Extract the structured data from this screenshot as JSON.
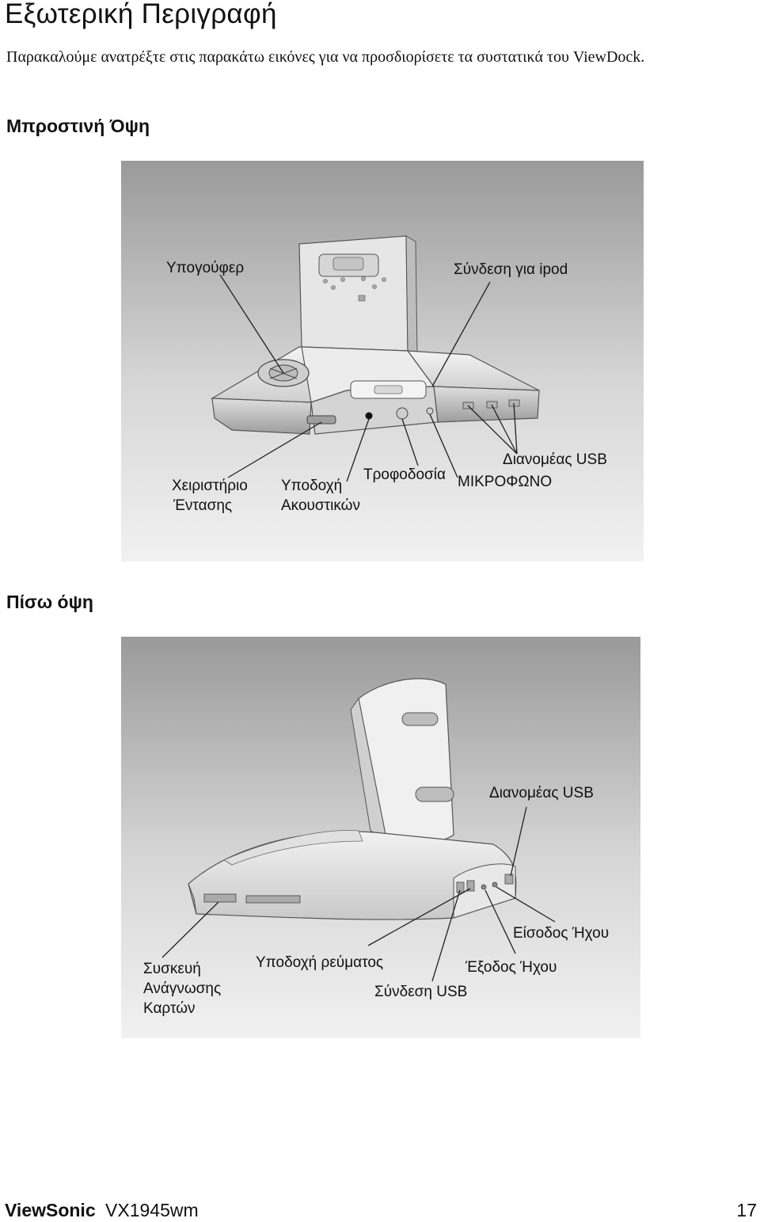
{
  "page": {
    "title": "Εξωτερική Περιγραφή",
    "intro": "Παρακαλούμε ανατρέξτε στις παρακάτω εικόνες για να προσδιορίσετε τα συστατικά του ViewDock."
  },
  "front_view": {
    "heading": "Μπροστινή Όψη",
    "labels": {
      "subwoofer": "Υπογούφερ",
      "ipod_connection": "Σύνδεση για ipod",
      "usb_hub": "Διανομέας USB",
      "power": "Τροφοδοσία",
      "microphone": "ΜΙΚΡΟΦΩΝΟ",
      "volume_line1": "Χειριστήριο",
      "volume_line2": "Έντασης",
      "headphone_line1": "Υποδοχή",
      "headphone_line2": "Ακουστικών"
    }
  },
  "rear_view": {
    "heading": "Πίσω όψη",
    "labels": {
      "usb_hub": "Διανομέας USB",
      "audio_in": "Είσοδος Ήχου",
      "card_reader_line1": "Συσκευή",
      "card_reader_line2": "Ανάγνωσης",
      "card_reader_line3": "Καρτών",
      "power_socket": "Υποδοχή ρεύματος",
      "audio_out": "Έξοδος Ήχου",
      "usb_connection": "Σύνδεση USB"
    }
  },
  "footer": {
    "brand": "ViewSonic",
    "model": "VX1945wm",
    "page_number": "17"
  }
}
